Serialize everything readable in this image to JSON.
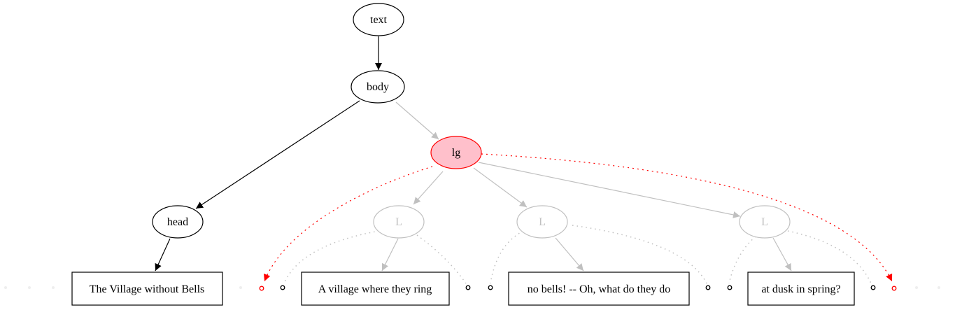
{
  "nodes": {
    "text": "text",
    "body": "body",
    "lg": "lg",
    "head": "head",
    "l1": "L",
    "l2": "L",
    "l3": "L",
    "title": "The Village without Bells",
    "line1": "A village where they ring",
    "line2": "no bells! -- Oh, what do they do",
    "line3": "at dusk in spring?"
  },
  "colors": {
    "normal": "#000000",
    "faded": "#c0c0c0",
    "highlight_fill": "#ffc0cb",
    "highlight_stroke": "#ff0000"
  }
}
